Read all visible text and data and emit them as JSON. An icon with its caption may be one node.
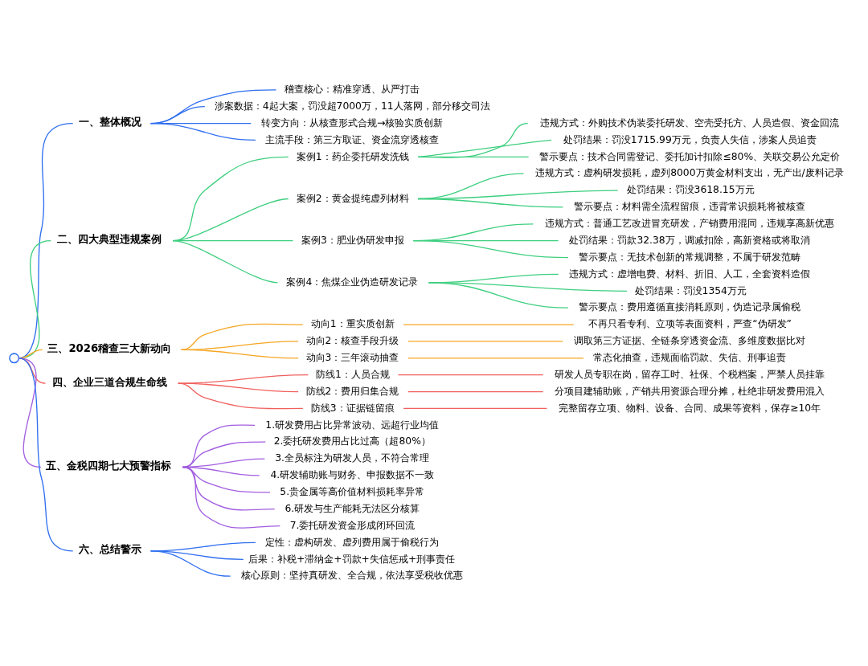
{
  "diagram": {
    "nodes": [
      {
        "text": [],
        "shape": "circle"
      },
      {
        "text": [
          "一、整体概况"
        ]
      },
      {
        "text": [
          "稽查核心：精准穿透、从严打击"
        ]
      },
      {
        "text": [
          "涉案数据：4起大案，罚没超7000万，11人落网，部分移交司法"
        ]
      },
      {
        "text": [
          "转变方向：从核查形式合规→核验实质创新"
        ]
      },
      {
        "text": [
          "主流手段：第三方取证、资金流穿透核查"
        ]
      },
      {
        "text": [
          "二、四大典型违规案例"
        ]
      },
      {
        "text": [
          "案例1：药企委托研发洗钱"
        ]
      },
      {
        "text": [
          "违规方式：外购技术伪装委托研发、空壳受托方、人员造假、资金回流"
        ]
      },
      {
        "text": [
          "处罚结果：罚没1715.99万元，负责人失信，涉案人员追责"
        ]
      },
      {
        "text": [
          "警示要点：技术合同需登记、委托加计扣除≤80%、关联交易公允定价"
        ]
      },
      {
        "text": [
          "案例2：黄金提纯虚列材料"
        ]
      },
      {
        "text": [
          "违规方式：虚构研发损耗，虚列8000万黄金材料支出，无产出/废料记录"
        ]
      },
      {
        "text": [
          "处罚结果：罚没3618.15万元"
        ]
      },
      {
        "text": [
          "警示要点：材料需全流程留痕，违背常识损耗将被核查"
        ]
      },
      {
        "text": [
          "案例3：肥业伪研发申报"
        ]
      },
      {
        "text": [
          "违规方式：普通工艺改进冒充研发，产销费用混同，违规享高新优惠"
        ]
      },
      {
        "text": [
          "处罚结果：罚款32.38万，调减扣除，高新资格或将取消"
        ]
      },
      {
        "text": [
          "警示要点：无技术创新的常规调整，不属于研发范畴"
        ]
      },
      {
        "text": [
          "案例4：焦煤企业伪造研发记录"
        ]
      },
      {
        "text": [
          "违规方式：虚增电费、材料、折旧、人工，全套资料造假"
        ]
      },
      {
        "text": [
          "处罚结果：罚没1354万元"
        ]
      },
      {
        "text": [
          "警示要点：费用遵循直接消耗原则，伪造记录属偷税"
        ]
      },
      {
        "text": [
          "三、2026稽查三大新动向"
        ]
      },
      {
        "text": [
          "动向1：重实质创新"
        ]
      },
      {
        "text": [
          "不再只看专利、立项等表面资料，严查“伪研发”"
        ]
      },
      {
        "text": [
          "动向2：核查手段升级"
        ]
      },
      {
        "text": [
          "调取第三方证据、全链条穿透资金流、多维度数据比对"
        ]
      },
      {
        "text": [
          "动向3：三年滚动抽查"
        ]
      },
      {
        "text": [
          "常态化抽查，违规面临罚款、失信、刑事追责"
        ]
      },
      {
        "text": [
          "四、企业三道合规生命线"
        ]
      },
      {
        "text": [
          "防线1：人员合规"
        ]
      },
      {
        "text": [
          "研发人员专职在岗，留存工时、社保、个税档案，严禁人员挂靠"
        ]
      },
      {
        "text": [
          "防线2：费用归集合规"
        ]
      },
      {
        "text": [
          "分项目建辅助账，产销共用资源合理分摊，杜绝非研发费用混入"
        ]
      },
      {
        "text": [
          "防线3：证据链留痕"
        ]
      },
      {
        "text": [
          "完整留存立项、物料、设备、合同、成果等资料，保存≥10年"
        ]
      },
      {
        "text": [
          "五、金税四期七大预警指标"
        ]
      },
      {
        "text": [
          "1.研发费用占比异常波动、远超行业均值"
        ]
      },
      {
        "text": [
          "2.委托研发费用占比过高（超80%）"
        ]
      },
      {
        "text": [
          "3.全员标注为研发人员，不符合常理"
        ]
      },
      {
        "text": [
          "4.研发辅助账与财务、申报数据不一致"
        ]
      },
      {
        "text": [
          "5.贵金属等高价值材料损耗率异常"
        ]
      },
      {
        "text": [
          "6.研发与生产能耗无法区分核算"
        ]
      },
      {
        "text": [
          "7.委托研发资金形成闭环回流"
        ]
      },
      {
        "text": [
          "六、总结警示"
        ]
      },
      {
        "text": [
          "定性：虚构研发、虚列费用属于偷税行为"
        ]
      },
      {
        "text": [
          "后果：补税+滞纳金+罚款+失信惩戒+刑事责任"
        ]
      },
      {
        "text": [
          "核心原则：坚持真研发、全合规，依法享受税收优惠"
        ]
      }
    ],
    "edges": [
      {
        "from": 0,
        "to": 1,
        "arrow": "none",
        "color": "#2f6ff0"
      },
      {
        "from": 1,
        "to": 2,
        "arrow": "none",
        "color": "#2f6ff0"
      },
      {
        "from": 1,
        "to": 3,
        "arrow": "none",
        "color": "#2f6ff0"
      },
      {
        "from": 1,
        "to": 4,
        "arrow": "none",
        "color": "#2f6ff0"
      },
      {
        "from": 1,
        "to": 5,
        "arrow": "none",
        "color": "#2f6ff0"
      },
      {
        "from": 0,
        "to": 6,
        "arrow": "none"
      },
      {
        "from": 6,
        "to": 7,
        "arrow": "none"
      },
      {
        "from": 7,
        "to": 8,
        "arrow": "none"
      },
      {
        "from": 7,
        "to": 9,
        "arrow": "none"
      },
      {
        "from": 7,
        "to": 10,
        "arrow": "none"
      },
      {
        "from": 6,
        "to": 11,
        "arrow": "none"
      },
      {
        "from": 11,
        "to": 12,
        "arrow": "none"
      },
      {
        "from": 11,
        "to": 13,
        "arrow": "none"
      },
      {
        "from": 11,
        "to": 14,
        "arrow": "none"
      },
      {
        "from": 6,
        "to": 15,
        "arrow": "none"
      },
      {
        "from": 15,
        "to": 16,
        "arrow": "none"
      },
      {
        "from": 15,
        "to": 17,
        "arrow": "none"
      },
      {
        "from": 15,
        "to": 18,
        "arrow": "none"
      },
      {
        "from": 6,
        "to": 19,
        "arrow": "none"
      },
      {
        "from": 19,
        "to": 20,
        "arrow": "none"
      },
      {
        "from": 19,
        "to": 21,
        "arrow": "none"
      },
      {
        "from": 19,
        "to": 22,
        "arrow": "none"
      },
      {
        "from": 0,
        "to": 23,
        "arrow": "none",
        "color": "#f5a623"
      },
      {
        "from": 23,
        "to": 24,
        "arrow": "none",
        "color": "#f5a623"
      },
      {
        "from": 24,
        "to": 25,
        "arrow": "none",
        "color": "#f5a623"
      },
      {
        "from": 23,
        "to": 26,
        "arrow": "none",
        "color": "#f5a623"
      },
      {
        "from": 26,
        "to": 27,
        "arrow": "none",
        "color": "#f5a623"
      },
      {
        "from": 23,
        "to": 28,
        "arrow": "none",
        "color": "#f5a623"
      },
      {
        "from": 28,
        "to": 29,
        "arrow": "none",
        "color": "#f5a623"
      },
      {
        "from": 0,
        "to": 30,
        "arrow": "none",
        "color": "#f0605d"
      },
      {
        "from": 30,
        "to": 31,
        "arrow": "none",
        "color": "#f0605d"
      },
      {
        "from": 31,
        "to": 32,
        "arrow": "none",
        "color": "#f0605d"
      },
      {
        "from": 30,
        "to": 33,
        "arrow": "none",
        "color": "#f0605d"
      },
      {
        "from": 33,
        "to": 34,
        "arrow": "none",
        "color": "#f0605d"
      },
      {
        "from": 30,
        "to": 35,
        "arrow": "none",
        "color": "#f0605d"
      },
      {
        "from": 35,
        "to": 36,
        "arrow": "none",
        "color": "#f0605d"
      },
      {
        "from": 0,
        "to": 37,
        "arrow": "none",
        "color": "#a25ee0"
      },
      {
        "from": 37,
        "to": 38,
        "arrow": "none",
        "color": "#a25ee0"
      },
      {
        "from": 37,
        "to": 39,
        "arrow": "none",
        "color": "#a25ee0"
      },
      {
        "from": 37,
        "to": 40,
        "arrow": "none",
        "color": "#a25ee0"
      },
      {
        "from": 37,
        "to": 41,
        "arrow": "none",
        "color": "#a25ee0"
      },
      {
        "from": 37,
        "to": 42,
        "arrow": "none",
        "color": "#a25ee0"
      },
      {
        "from": 37,
        "to": 43,
        "arrow": "none",
        "color": "#a25ee0"
      },
      {
        "from": 37,
        "to": 44,
        "arrow": "none",
        "color": "#a25ee0"
      },
      {
        "from": 0,
        "to": 45,
        "arrow": "none",
        "color": "#2f6ff0"
      },
      {
        "from": 45,
        "to": 46,
        "arrow": "none",
        "color": "#2f6ff0"
      },
      {
        "from": 45,
        "to": 47,
        "arrow": "none",
        "color": "#2f6ff0"
      },
      {
        "from": 45,
        "to": 48,
        "arrow": "none",
        "color": "#2f6ff0"
      }
    ]
  }
}
